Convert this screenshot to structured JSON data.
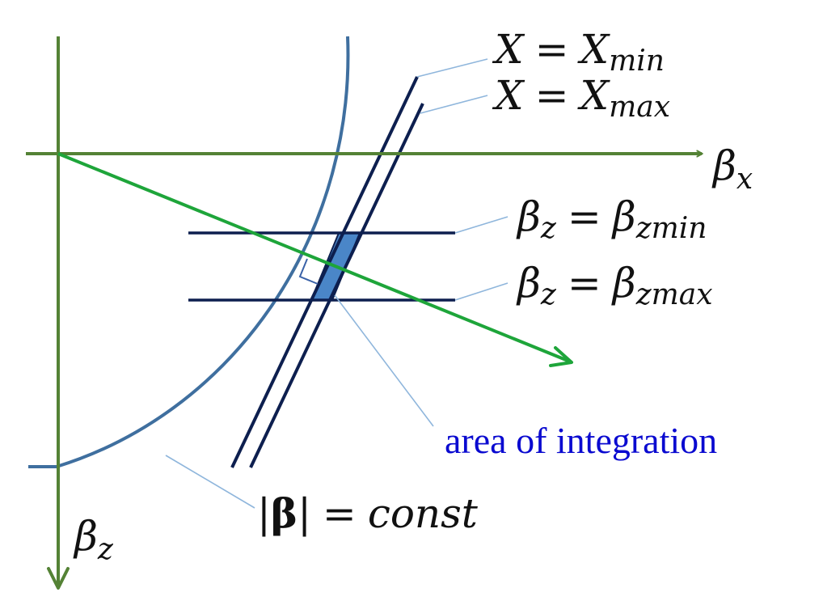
{
  "colors": {
    "axis": "#548235",
    "vector": "#1ea53a",
    "circle": "#3f6f9f",
    "bands": "#0d1f4f",
    "area_fill": "#4a86c8",
    "leader": "#8fb6dc",
    "perp_mark": "#3a62a8",
    "blue_label": "#0a0ad0",
    "text": "#111111"
  },
  "labels": {
    "beta_x": {
      "base": "β",
      "sub": "x"
    },
    "beta_z": {
      "base": "β",
      "sub": "z"
    },
    "x_min": {
      "lhs": "X",
      "eq": "=",
      "rhs": "X",
      "sub": "min"
    },
    "x_max": {
      "lhs": "X",
      "eq": "=",
      "rhs": "X",
      "sub": "max"
    },
    "bz_min": {
      "lhs": "β",
      "lhs_sub": "z",
      "eq": "=",
      "rhs": "β",
      "rhs_sub": "zmin"
    },
    "bz_max": {
      "lhs": "β",
      "lhs_sub": "z",
      "eq": "=",
      "rhs": "β",
      "rhs_sub": "zmax"
    },
    "area": "area of integration",
    "beta_const": {
      "bar_l": "|",
      "beta": "β",
      "bar_r": "|",
      "eq": "=",
      "rhs": "const"
    }
  }
}
